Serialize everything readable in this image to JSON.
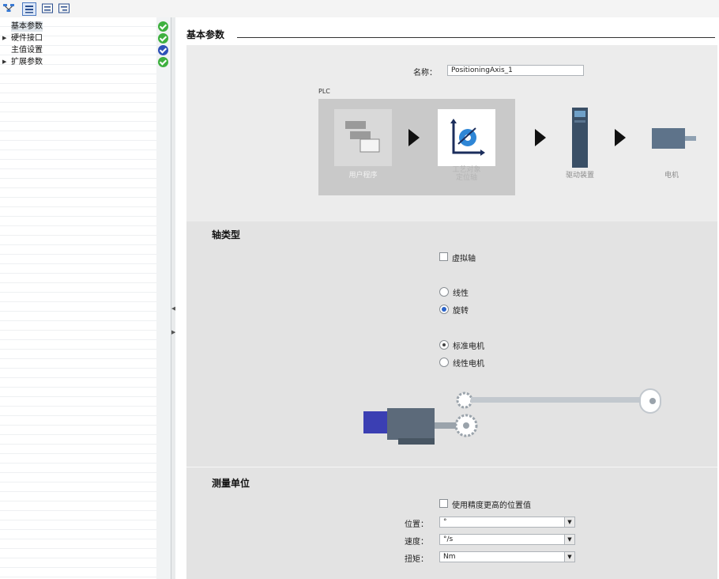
{
  "nav": {
    "items": [
      {
        "label": "基本参数",
        "expandable": false,
        "status": "ok",
        "selected": true
      },
      {
        "label": "硬件接口",
        "expandable": true,
        "status": "ok",
        "selected": false
      },
      {
        "label": "主值设置",
        "expandable": false,
        "status": "info",
        "selected": false
      },
      {
        "label": "扩展参数",
        "expandable": true,
        "status": "ok",
        "selected": false
      }
    ]
  },
  "section": {
    "title": "基本参数"
  },
  "name_field": {
    "label": "名称：",
    "value": "PositioningAxis_1"
  },
  "flow": {
    "plc_label": "PLC",
    "user_program": "用户程序",
    "tech_object_line1": "工艺对象",
    "tech_object_line2": "定位轴",
    "drive": "驱动装置",
    "motor": "电机"
  },
  "axis_type": {
    "heading": "轴类型",
    "virtual_axis": "虚拟轴",
    "linear": "线性",
    "rotary": "旋转",
    "standard_motor": "标准电机",
    "linear_motor": "线性电机"
  },
  "units": {
    "heading": "测量单位",
    "use_high_precision": "使用精度更高的位置值",
    "position_label": "位置：",
    "position_value": "°",
    "velocity_label": "速度：",
    "velocity_value": "°/s",
    "torque_label": "扭矩：",
    "torque_value": "Nm"
  },
  "colors": {
    "ok": "#3eb03f",
    "info": "#2f52b8",
    "accent": "#2c64c8"
  }
}
